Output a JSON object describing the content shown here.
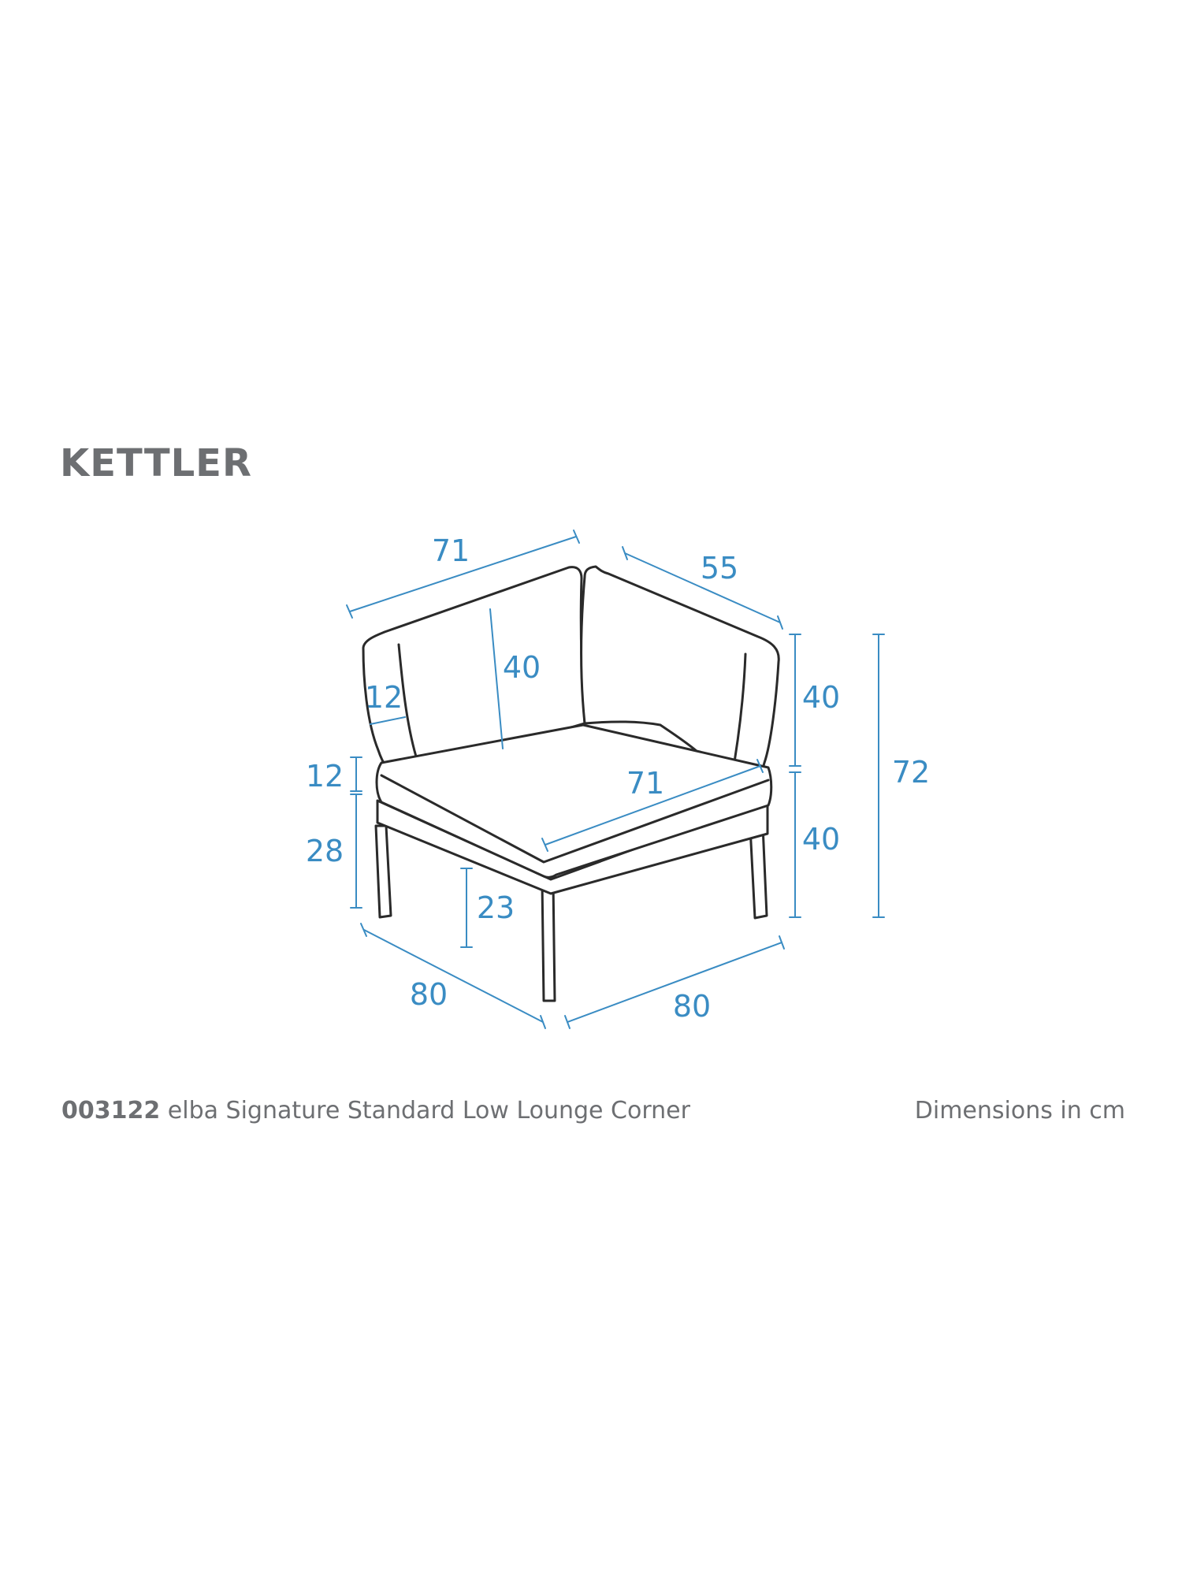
{
  "brand": {
    "name": "KETTLER"
  },
  "product": {
    "code": "003122",
    "name": "elba Signature Standard Low Lounge Corner"
  },
  "note": "Dimensions in cm",
  "colors": {
    "dimension": "#3a8cc3",
    "outline": "#2a2a2a",
    "cushion": "#ffffff",
    "brand_text": "#6d6f72"
  },
  "dimensions": {
    "back_width": "71",
    "back_depth": "55",
    "back_height": "40",
    "back_thickness": "12",
    "seat_width": "71",
    "seat_thickness": "12",
    "seat_height_lower": "28",
    "leg_height": "23",
    "back_right_height": "40",
    "seat_right_height": "40",
    "total_height": "72",
    "base_left": "80",
    "base_right": "80"
  }
}
